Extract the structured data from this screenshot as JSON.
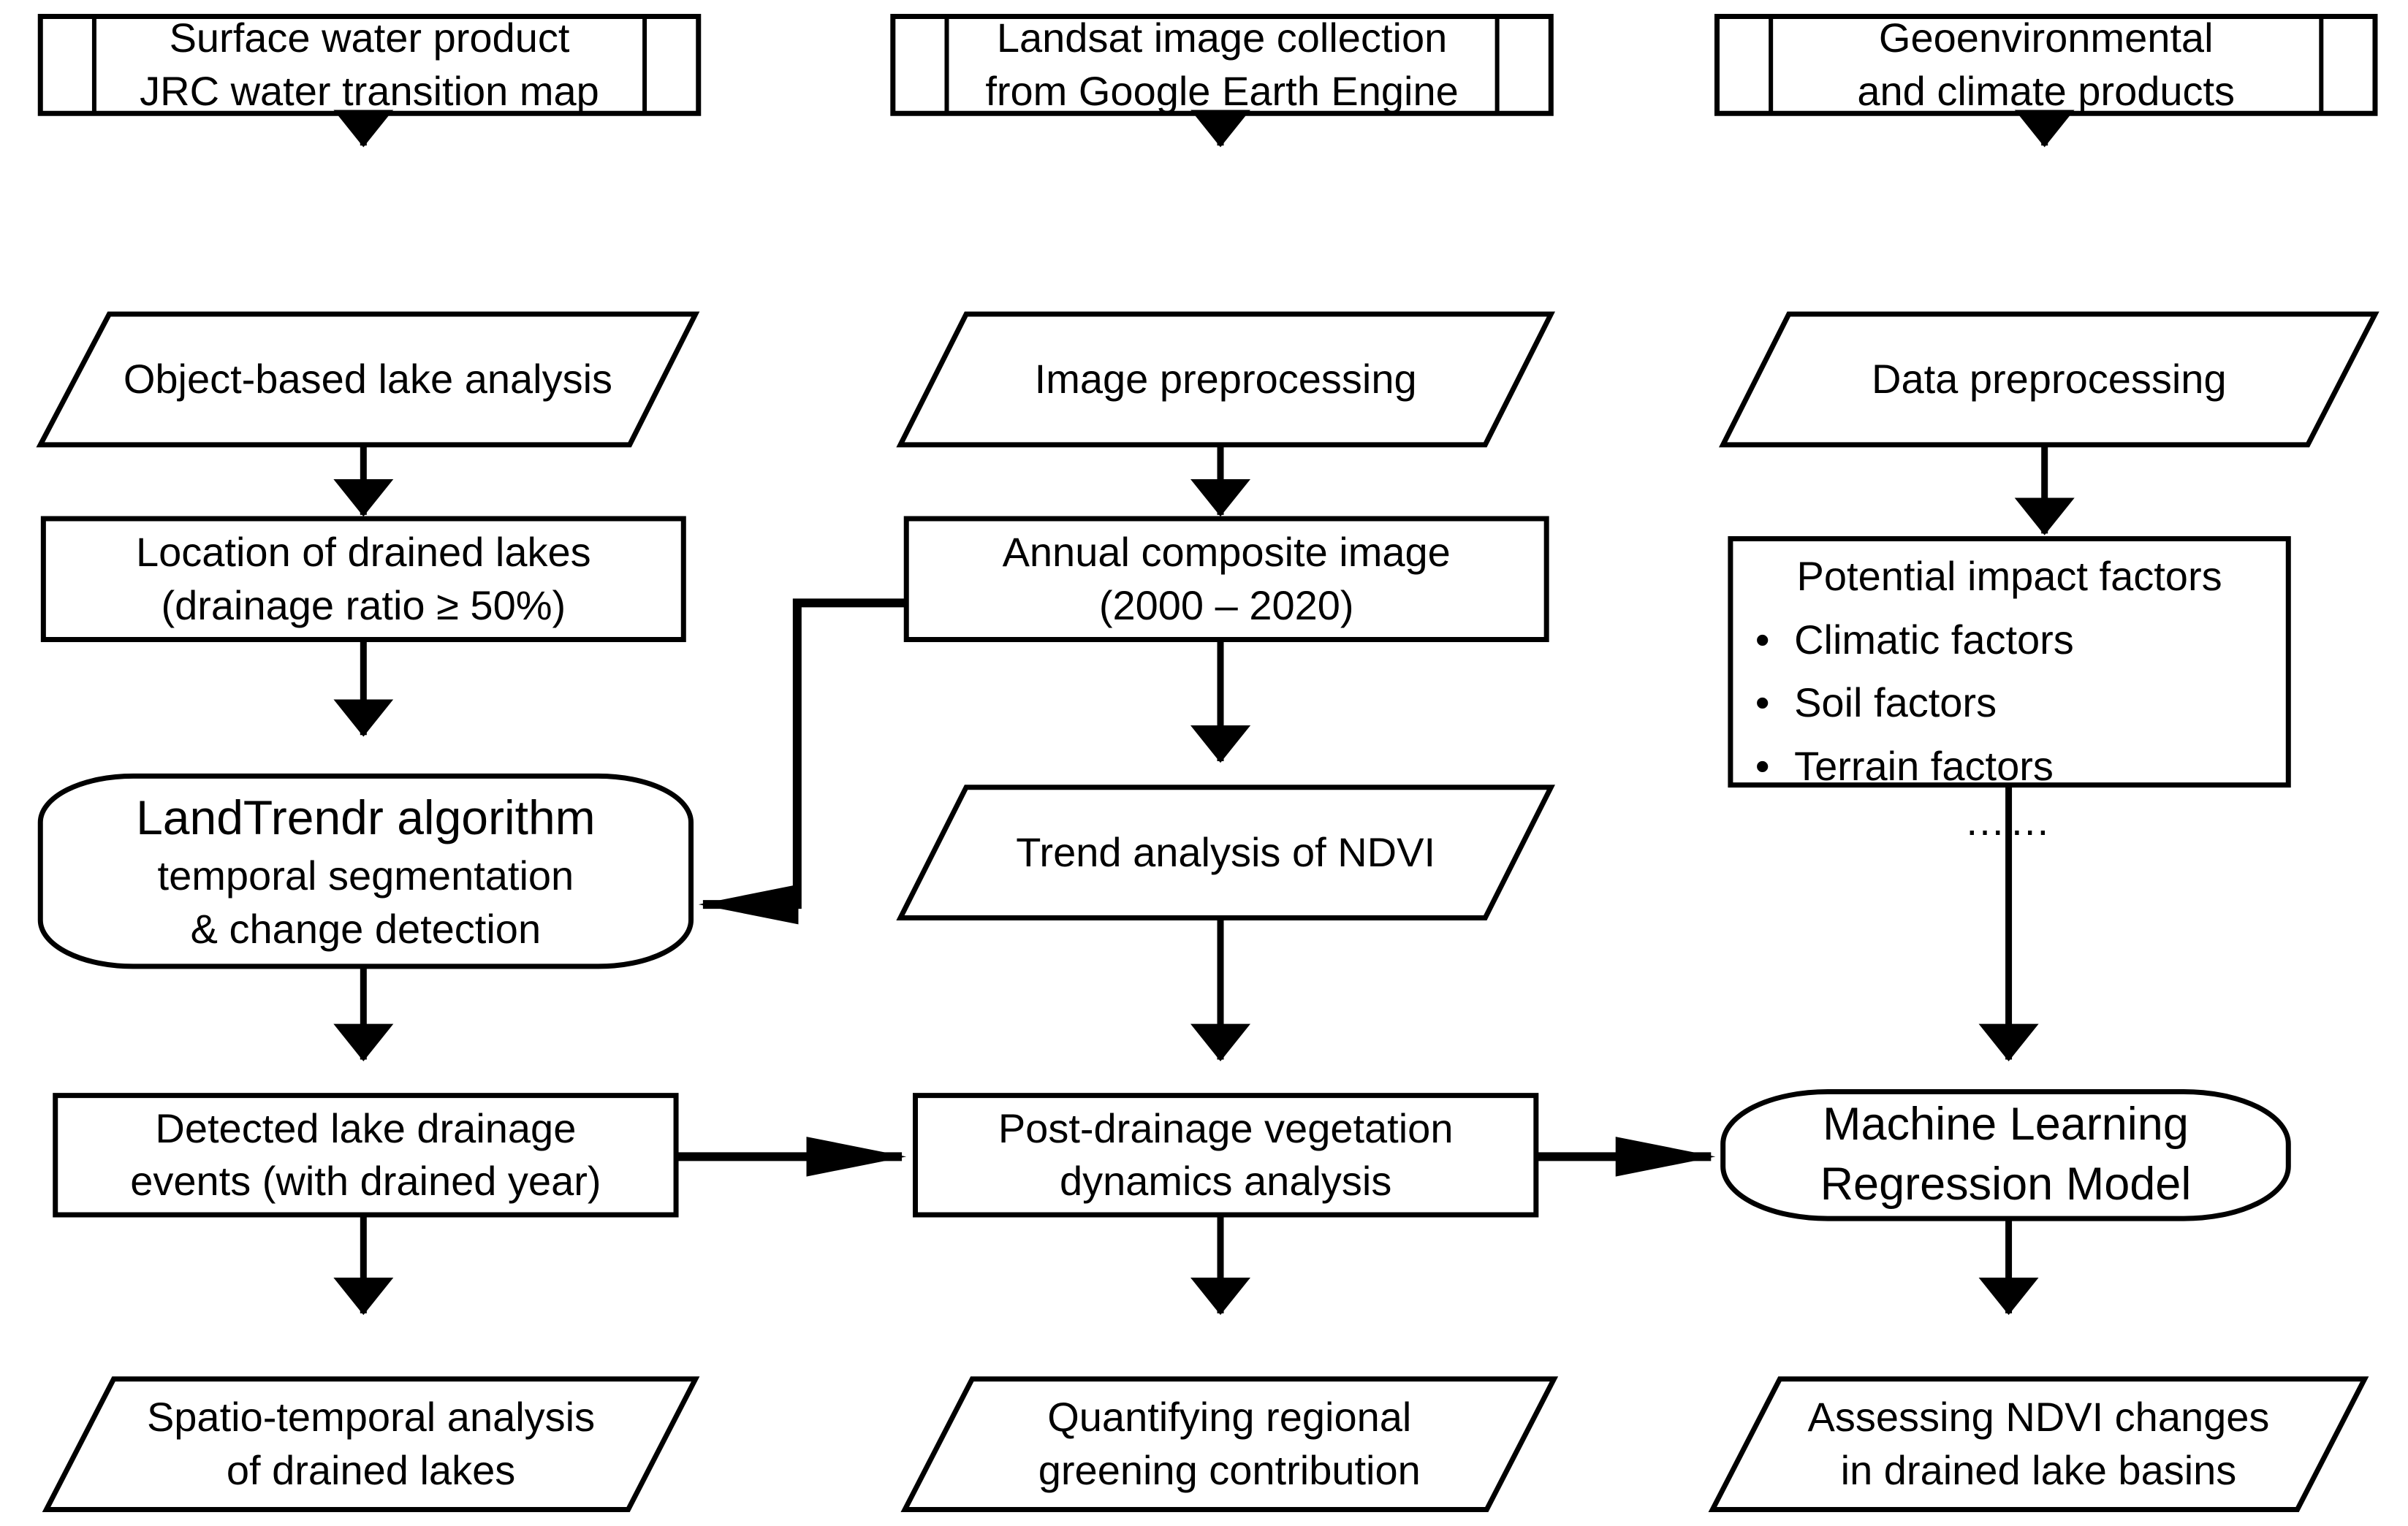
{
  "diagram": {
    "title": "Methodological workflow for drained lake detection and post-drainage vegetation analysis",
    "type": "flowchart",
    "background_color": "#ffffff",
    "stroke_color": "#000000",
    "columns": [
      {
        "id": "left",
        "name": "lake-drainage-detection-column"
      },
      {
        "id": "middle",
        "name": "landsat-ndvi-column"
      },
      {
        "id": "right",
        "name": "impact-factor-modeling-column"
      }
    ],
    "nodes": {
      "surface_water_product": {
        "shape": "predefined-process",
        "lines": [
          "Surface water product",
          "JRC water transition map"
        ]
      },
      "object_based_lake_analysis": {
        "shape": "parallelogram",
        "lines": [
          "Object-based lake analysis"
        ]
      },
      "location_of_drained_lakes": {
        "shape": "rectangle",
        "lines": [
          "Location of drained lakes",
          "(drainage ratio ≥ 50%)"
        ]
      },
      "landtrendr_algorithm": {
        "shape": "rounded-rectangle",
        "lines": [
          "LandTrendr algorithm",
          "temporal segmentation",
          "& change detection"
        ],
        "lead_line": "LandTrendr algorithm"
      },
      "detected_lake_drainage_events": {
        "shape": "rectangle",
        "lines": [
          "Detected lake drainage",
          "events (with drained year)"
        ]
      },
      "spatio_temporal_analysis": {
        "shape": "parallelogram",
        "lines": [
          "Spatio-temporal analysis",
          "of drained lakes"
        ]
      },
      "landsat_image_collection": {
        "shape": "predefined-process",
        "lines": [
          "Landsat image collection",
          "from Google Earth Engine"
        ]
      },
      "image_preprocessing": {
        "shape": "parallelogram",
        "lines": [
          "Image preprocessing"
        ]
      },
      "annual_composite_image": {
        "shape": "rectangle",
        "lines": [
          "Annual composite image",
          "(2000 – 2020)"
        ]
      },
      "trend_analysis_ndvi": {
        "shape": "parallelogram",
        "lines": [
          "Trend analysis of NDVI"
        ]
      },
      "post_drainage_vegetation": {
        "shape": "rectangle",
        "lines": [
          "Post-drainage vegetation",
          "dynamics analysis"
        ]
      },
      "quantifying_regional_greening": {
        "shape": "parallelogram",
        "lines": [
          "Quantifying regional",
          "greening contribution"
        ]
      },
      "geoenvironmental_products": {
        "shape": "predefined-process",
        "lines": [
          "Geoenvironmental",
          "and climate products"
        ]
      },
      "data_preprocessing": {
        "shape": "parallelogram",
        "lines": [
          "Data preprocessing"
        ]
      },
      "potential_impact_factors": {
        "shape": "rectangle",
        "title": "Potential impact factors",
        "bullets": [
          "Climatic factors",
          "Soil factors",
          "Terrain factors"
        ],
        "ellipsis": "……"
      },
      "machine_learning_model": {
        "shape": "rounded-rectangle",
        "lines": [
          "Machine Learning",
          "Regression Model"
        ]
      },
      "assessing_ndvi_changes": {
        "shape": "parallelogram",
        "lines": [
          "Assessing NDVI changes",
          "in drained lake basins"
        ]
      }
    },
    "edges": [
      {
        "from": "surface_water_product",
        "to": "object_based_lake_analysis",
        "kind": "vertical-arrow"
      },
      {
        "from": "object_based_lake_analysis",
        "to": "location_of_drained_lakes",
        "kind": "vertical-arrow"
      },
      {
        "from": "location_of_drained_lakes",
        "to": "landtrendr_algorithm",
        "kind": "vertical-arrow"
      },
      {
        "from": "landtrendr_algorithm",
        "to": "detected_lake_drainage_events",
        "kind": "vertical-arrow"
      },
      {
        "from": "detected_lake_drainage_events",
        "to": "spatio_temporal_analysis",
        "kind": "vertical-arrow"
      },
      {
        "from": "landsat_image_collection",
        "to": "image_preprocessing",
        "kind": "vertical-arrow"
      },
      {
        "from": "image_preprocessing",
        "to": "annual_composite_image",
        "kind": "vertical-arrow"
      },
      {
        "from": "annual_composite_image",
        "to": "trend_analysis_ndvi",
        "kind": "vertical-arrow"
      },
      {
        "from": "trend_analysis_ndvi",
        "to": "post_drainage_vegetation",
        "kind": "vertical-arrow"
      },
      {
        "from": "post_drainage_vegetation",
        "to": "quantifying_regional_greening",
        "kind": "vertical-arrow"
      },
      {
        "from": "geoenvironmental_products",
        "to": "data_preprocessing",
        "kind": "vertical-arrow"
      },
      {
        "from": "data_preprocessing",
        "to": "potential_impact_factors",
        "kind": "vertical-arrow"
      },
      {
        "from": "potential_impact_factors",
        "to": "machine_learning_model",
        "kind": "vertical-arrow"
      },
      {
        "from": "machine_learning_model",
        "to": "assessing_ndvi_changes",
        "kind": "vertical-arrow"
      },
      {
        "from": "annual_composite_image",
        "to": "landtrendr_algorithm",
        "kind": "elbow-arrow-left"
      },
      {
        "from": "detected_lake_drainage_events",
        "to": "post_drainage_vegetation",
        "kind": "horizontal-arrow"
      },
      {
        "from": "post_drainage_vegetation",
        "to": "machine_learning_model",
        "kind": "horizontal-arrow"
      }
    ]
  }
}
